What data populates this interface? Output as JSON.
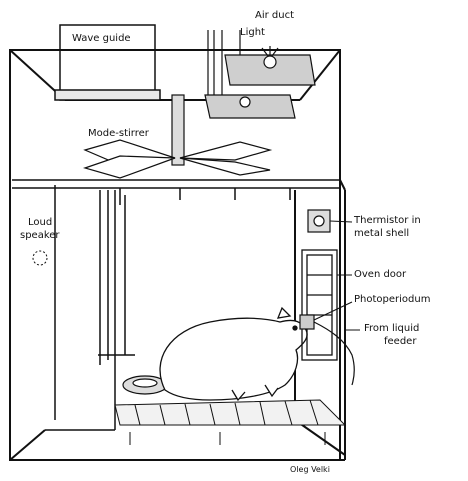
{
  "labels": {
    "wave_guide": "Wave guide",
    "air_duct": "Air duct",
    "light": "Light",
    "mode_stirrer": "Mode-stirrer",
    "loud_speaker_line1": "Loud",
    "loud_speaker_line2": "speaker",
    "thermistor_line1": "Thermistor in",
    "thermistor_line2": "metal shell",
    "oven_door": "Oven door",
    "photoperiodum": "Photoperiodum",
    "liquid_feeder_line1": "From liquid",
    "liquid_feeder_line2": "feeder",
    "signature": "Oleg Velki"
  },
  "colors": {
    "ink": "#111111",
    "paper": "#ffffff",
    "shade": "#555555"
  }
}
